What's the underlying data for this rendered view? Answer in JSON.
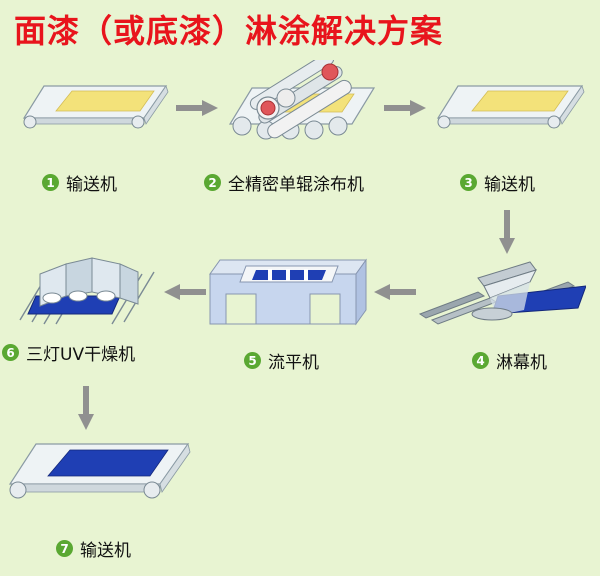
{
  "title": "面漆（或底漆）淋涂解决方案",
  "steps": [
    {
      "number": "1",
      "label": "输送机"
    },
    {
      "number": "2",
      "label": "全精密单辊涂布机"
    },
    {
      "number": "3",
      "label": "输送机"
    },
    {
      "number": "4",
      "label": "淋幕机"
    },
    {
      "number": "5",
      "label": "流平机"
    },
    {
      "number": "6",
      "label": "三灯UV干燥机"
    },
    {
      "number": "7",
      "label": "输送机"
    }
  ],
  "colors": {
    "title": "#e8141c",
    "badge": "#5aa832",
    "background": "#e8f4d2",
    "arrow": "#909090",
    "coating_yellow": "#f3e27a",
    "coating_blue": "#2040b0"
  }
}
